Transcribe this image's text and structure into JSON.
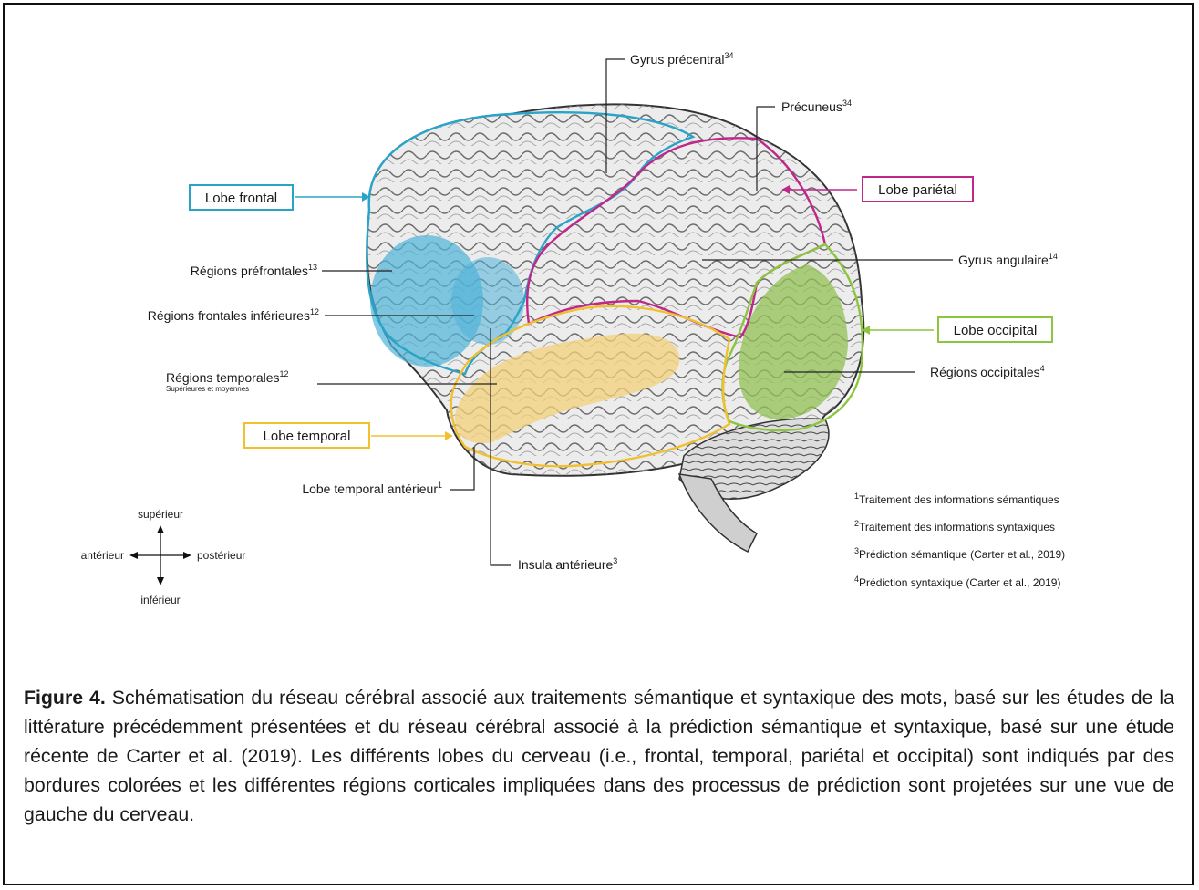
{
  "lobes": {
    "frontal": {
      "label": "Lobe frontal",
      "color": "#2aa3c9"
    },
    "parietal": {
      "label": "Lobe pariétal",
      "color": "#c0278a"
    },
    "occipital": {
      "label": "Lobe occipital",
      "color": "#8cc63f"
    },
    "temporal": {
      "label": "Lobe temporal",
      "color": "#f2c02e"
    }
  },
  "regions": {
    "precentral": {
      "label": "Gyrus précentral",
      "sup": "34"
    },
    "precuneus": {
      "label": "Précuneus",
      "sup": "34"
    },
    "angular": {
      "label": "Gyrus angulaire",
      "sup": "14"
    },
    "prefrontal": {
      "label": "Régions préfrontales",
      "sup": "13"
    },
    "inferior_frontal": {
      "label": "Régions frontales inférieures",
      "sup": "12"
    },
    "temporal": {
      "label": "Régions temporales",
      "sup": "12",
      "sublabel": "Supérieures et moyennes"
    },
    "occipital": {
      "label": "Régions occipitales",
      "sup": "4"
    },
    "anterior_temporal": {
      "label": "Lobe  temporal antérieur",
      "sup": "1"
    },
    "insula": {
      "label": "Insula antérieure",
      "sup": "3"
    }
  },
  "footnotes": [
    {
      "num": "1",
      "text": "Traitement des informations sémantiques"
    },
    {
      "num": "2",
      "text": "Traitement des informations syntaxiques"
    },
    {
      "num": "3",
      "text": "Prédiction sémantique (Carter et al., 2019)"
    },
    {
      "num": "4",
      "text": "Prédiction syntaxique (Carter et al., 2019)"
    }
  ],
  "compass": {
    "up": "supérieur",
    "down": "inférieur",
    "left": "antérieur",
    "right": "postérieur"
  },
  "colors": {
    "prefrontal_fill": "#4fb3d9",
    "temporal_fill": "#f3d27a",
    "occipital_fill": "#93c255"
  },
  "caption": {
    "bold": "Figure 4.",
    "text": " Schématisation du réseau cérébral associé aux traitements sémantique et syntaxique des mots, basé sur les études de la littérature précédemment présentées et du réseau cérébral associé à la prédiction sémantique et syntaxique, basé sur une étude récente de Carter et al. (2019). Les différents lobes du cerveau (i.e., frontal, temporal, pariétal et occipital) sont indiqués par des bordures colorées et les différentes régions corticales impliquées dans des processus de prédiction sont projetées sur une vue de gauche du cerveau."
  }
}
